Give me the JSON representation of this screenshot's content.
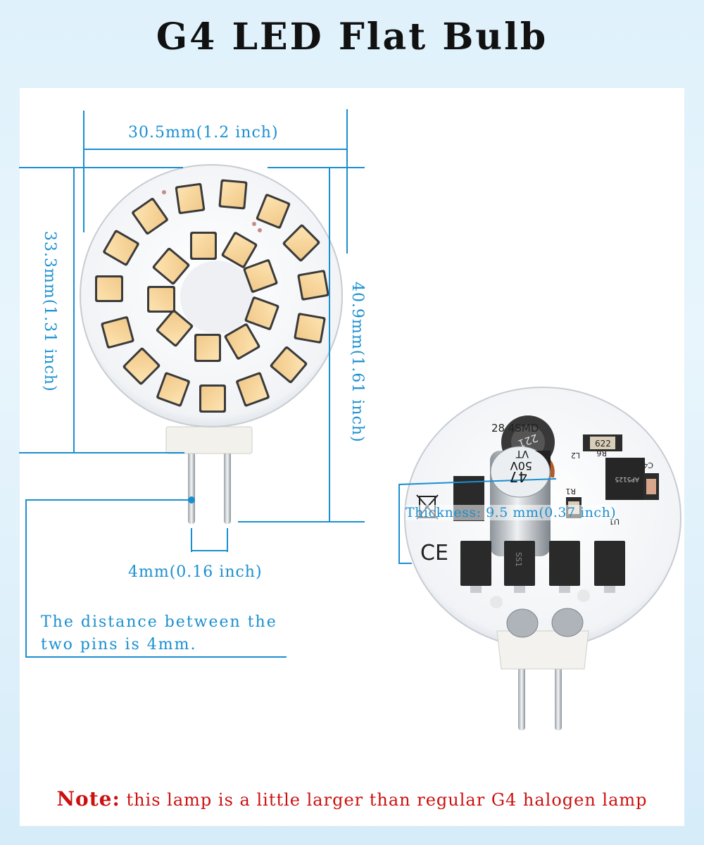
{
  "title": "G4 LED Flat Bulb",
  "dimensions": {
    "width": "30.5mm(1.2 inch)",
    "height_board": "33.3mm(1.31 inch)",
    "height_total": "40.9mm(1.61 inch)",
    "pin_spacing": "4mm(0.16 inch)",
    "thickness": "Thickness: 9.5 mm(0.37 inch)"
  },
  "pin_note": {
    "line1": "The distance between the",
    "line2": "two pins is 4mm."
  },
  "bottom_note": {
    "lead": "Note:",
    "text": "this lamp is a little larger than regular G4 halogen lamp"
  },
  "board_markings": {
    "label_top": "28   4SMD",
    "capacitor_value": "47",
    "capacitor_voltage": "50V",
    "capacitor_series": "VT",
    "inductor": "221",
    "resistor": "622",
    "ic": "AP5125",
    "l2": "L2",
    "r6": "R6",
    "c4": "C4",
    "r1": "R1",
    "u1": "U1",
    "diode": "SS1"
  },
  "colors": {
    "dimension_line": "#1a8fd0",
    "note_red": "#cc1010",
    "led_yellow": "#f6d49a"
  }
}
